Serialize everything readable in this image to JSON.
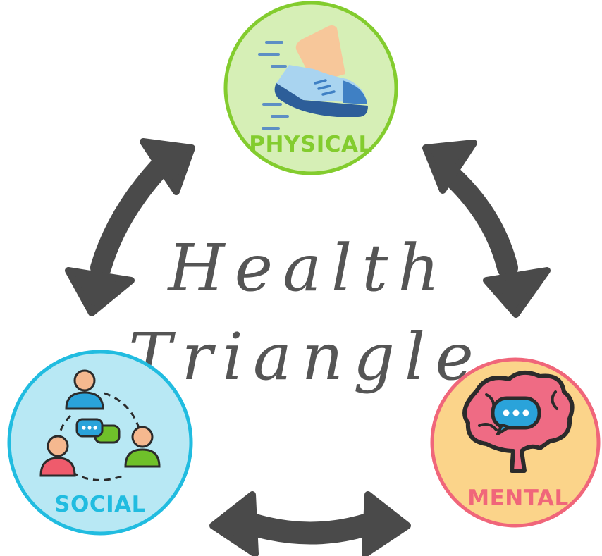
{
  "diagram": {
    "title_line1": "Health",
    "title_line2": "Triangle",
    "nodes": {
      "physical": {
        "label": "PHYSICAL",
        "fill": "#d6efb6",
        "border": "#83cc2e",
        "label_color": "#83cc2e"
      },
      "mental": {
        "label": "MENTAL",
        "fill": "#fbd48a",
        "border": "#f0667a",
        "label_color": "#f0667a"
      },
      "social": {
        "label": "SOCIAL",
        "fill": "#b8e8f4",
        "border": "#21bce0",
        "label_color": "#21bce0"
      }
    },
    "arrow_color": "#4a4a4a",
    "icons": {
      "physical": "running-shoe-icon",
      "mental": "brain-chat-icon",
      "social": "people-network-icon"
    }
  }
}
